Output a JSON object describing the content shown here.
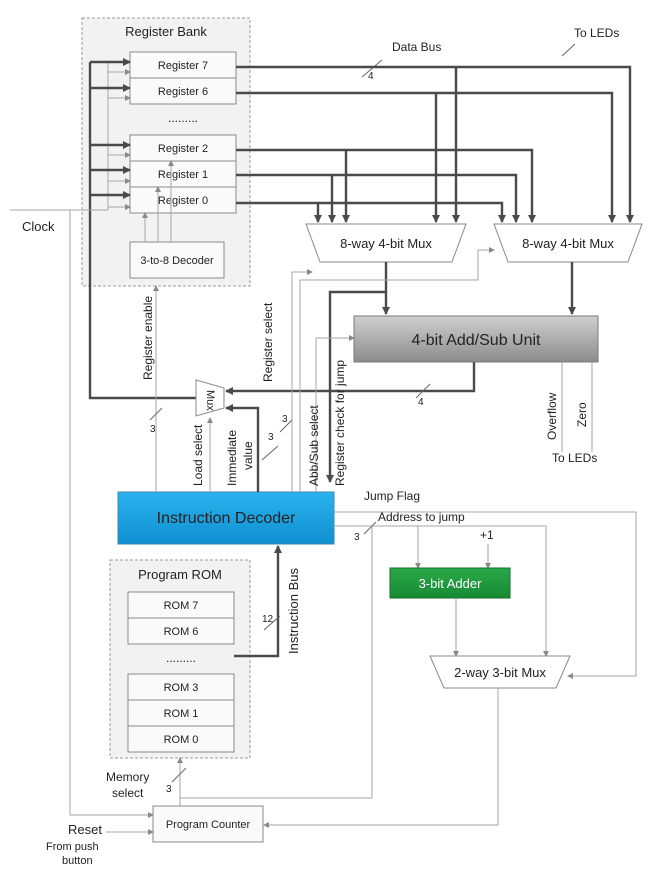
{
  "register_bank": {
    "title": "Register Bank",
    "registers": [
      "Register 7",
      "Register 6",
      "Register 2",
      "Register 1",
      "Register 0"
    ],
    "dots": ".........",
    "decoder": "3-to-8 Decoder"
  },
  "labels": {
    "clock": "Clock",
    "data_bus": "Data Bus",
    "data_bus_width": "4",
    "to_leds_top": "To LEDs",
    "to_leds_bottom": "To LEDs",
    "register_enable": "Register enable",
    "register_select": "Register select",
    "abb_sub_select": "Abb/Sub select",
    "register_check": "Register check for jump",
    "load_select": "Load select",
    "immediate_value_1": "Immediate",
    "immediate_value_2": "value",
    "overflow": "Overflow",
    "zero": "Zero",
    "alu_out_width": "4",
    "width_3_a": "3",
    "width_3_b": "3",
    "width_3_c": "3",
    "width_3_d": "3",
    "width_3_e": "3",
    "jump_flag": "Jump Flag",
    "address_to_jump": "Address to jump",
    "plus_one": "+1",
    "instruction_bus": "Instruction Bus",
    "instr_bus_width": "12",
    "memory_select_1": "Memory",
    "memory_select_2": "select",
    "reset": "Reset",
    "from_push_1": "From push",
    "from_push_2": "button"
  },
  "blocks": {
    "mux_a": "8-way 4-bit Mux",
    "mux_b": "8-way 4-bit Mux",
    "alu": "4-bit Add/Sub Unit",
    "small_mux": "Mux",
    "instruction_decoder": "Instruction Decoder",
    "adder": "3-bit Adder",
    "mux_2way": "2-way 3-bit Mux",
    "program_counter": "Program Counter"
  },
  "program_rom": {
    "title": "Program ROM",
    "entries": [
      "ROM 7",
      "ROM 6",
      "ROM 3",
      "ROM 1",
      "ROM 0"
    ],
    "dots": "........."
  },
  "colors": {
    "decoder_fill": "#1aa2e0",
    "adder_fill": "#1e9a3c",
    "alu_fill": "#a8a8a8"
  }
}
